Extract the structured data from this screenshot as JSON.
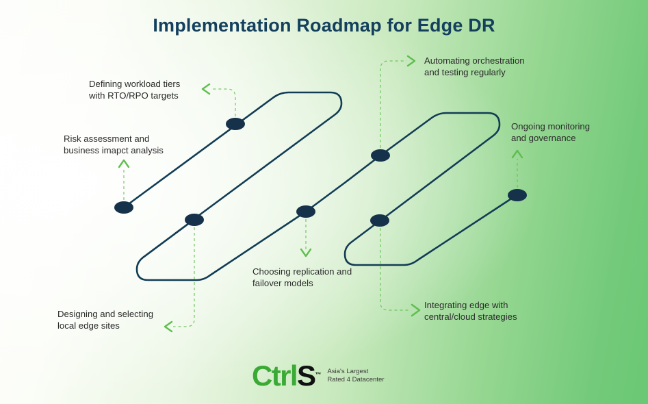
{
  "title": "Implementation Roadmap for Edge DR",
  "colors": {
    "title": "#14405e",
    "path": "#123c55",
    "node": "#16314a",
    "connector": "#5fbe4f",
    "chevron": "#5fbe4f",
    "bg_left": "#fdfefb",
    "bg_right": "#6bc874",
    "logo_green": "#3aaa35",
    "logo_black": "#111111"
  },
  "steps": [
    {
      "id": "step-1",
      "label": "Risk assessment and\nbusiness imapct analysis",
      "chevron": "up"
    },
    {
      "id": "step-2",
      "label": "Defining workload tiers\nwith RTO/RPO targets",
      "chevron": "left"
    },
    {
      "id": "step-3",
      "label": "Designing and selecting\nlocal edge sites",
      "chevron": "left"
    },
    {
      "id": "step-4",
      "label": "Choosing replication and\nfailover models",
      "chevron": "down"
    },
    {
      "id": "step-5",
      "label": "Automating orchestration\nand testing regularly",
      "chevron": "right"
    },
    {
      "id": "step-6",
      "label": "Integrating edge with\ncentral/cloud strategies",
      "chevron": "right"
    },
    {
      "id": "step-7",
      "label": "Ongoing monitoring\nand governance",
      "chevron": "up"
    }
  ],
  "logo": {
    "word_primary": "Ctrl",
    "word_secondary": "S",
    "trademark": "™",
    "tagline": "Asia's Largest\nRated 4 Datacenter"
  }
}
